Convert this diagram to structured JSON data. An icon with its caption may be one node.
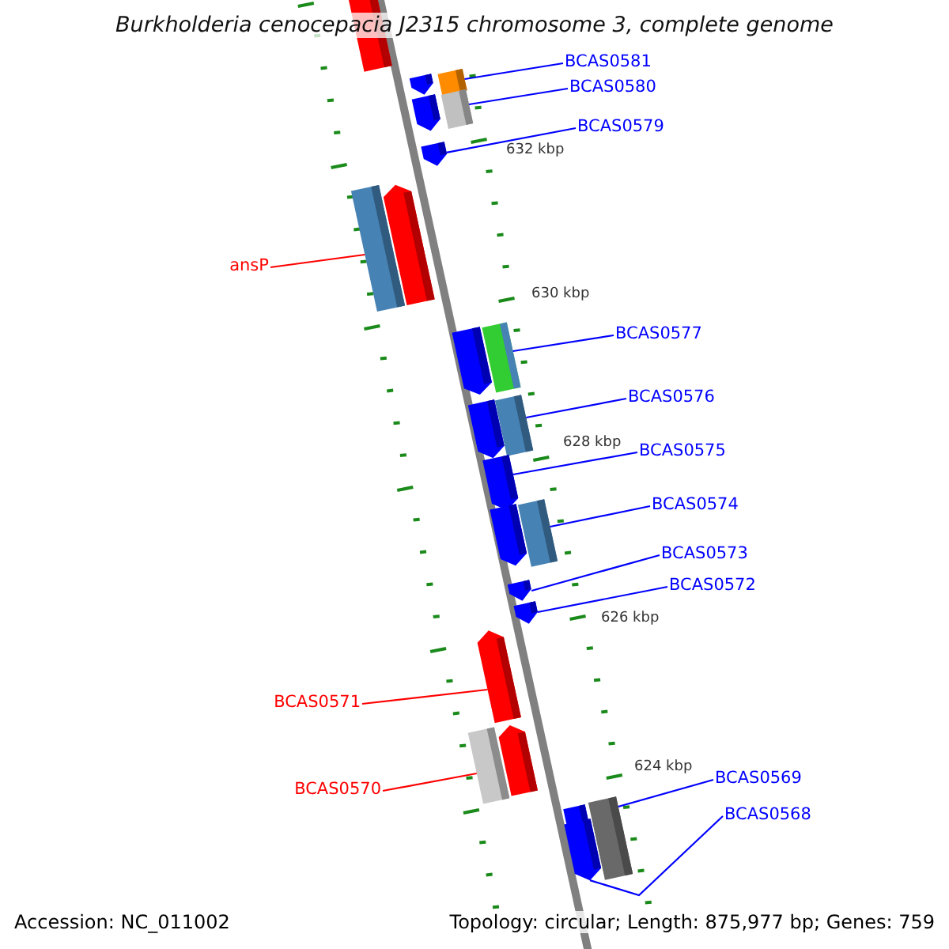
{
  "diagram": {
    "title": "Burkholderia cenocepacia J2315 chromosome 3, complete genome",
    "nodes": [
      {
        "text": [
          "BCAS0581"
        ]
      },
      {
        "text": [],
        "shape": "box"
      },
      {
        "text": [
          "BCAS0580"
        ]
      },
      {
        "text": [],
        "shape": "box"
      },
      {
        "text": [
          "BCAS0579"
        ]
      },
      {
        "text": [],
        "shape": "arrow"
      },
      {
        "text": [
          "ansP"
        ]
      },
      {
        "text": [],
        "shape": "box"
      },
      {
        "text": [
          "BCAS0577"
        ]
      },
      {
        "text": [],
        "shape": "box"
      },
      {
        "text": [
          "BCAS0576"
        ]
      },
      {
        "text": [],
        "shape": "box"
      },
      {
        "text": [
          "BCAS0575"
        ]
      },
      {
        "text": [],
        "shape": "arrow"
      },
      {
        "text": [
          "BCAS0574"
        ]
      },
      {
        "text": [],
        "shape": "box"
      },
      {
        "text": [
          "BCAS0573"
        ]
      },
      {
        "text": [],
        "shape": "arrow"
      },
      {
        "text": [
          "BCAS0572"
        ]
      },
      {
        "text": [],
        "shape": "arrow"
      },
      {
        "text": [
          "BCAS0571"
        ]
      },
      {
        "text": [],
        "shape": "arrow"
      },
      {
        "text": [
          "BCAS0570"
        ]
      },
      {
        "text": [],
        "shape": "box"
      },
      {
        "text": [
          "BCAS0569"
        ]
      },
      {
        "text": [],
        "shape": "box"
      },
      {
        "text": [
          "BCAS0568"
        ]
      },
      {
        "text": [],
        "shape": "arrow"
      },
      {
        "text": [],
        "shape": "box"
      },
      {
        "text": [],
        "shape": "arrow"
      },
      {
        "text": [],
        "shape": "arrow"
      },
      {
        "text": [],
        "shape": "arrow"
      },
      {
        "text": [],
        "shape": "arrow"
      },
      {
        "text": [],
        "shape": "arrow"
      },
      {
        "text": [],
        "shape": "arrow"
      },
      {
        "text": [],
        "shape": "arrow"
      },
      {
        "text": [],
        "shape": "box"
      }
    ],
    "edges": [
      {
        "from": 0,
        "to": 1,
        "arrow": "none"
      },
      {
        "from": 2,
        "to": 3,
        "arrow": "none"
      },
      {
        "from": 4,
        "to": 5,
        "arrow": "none"
      },
      {
        "from": 6,
        "to": 7,
        "arrow": "none",
        "color": "#ff0000"
      },
      {
        "from": 8,
        "to": 9,
        "arrow": "none"
      },
      {
        "from": 10,
        "to": 11,
        "arrow": "none"
      },
      {
        "from": 12,
        "to": 13,
        "arrow": "none"
      },
      {
        "from": 14,
        "to": 15,
        "arrow": "none"
      },
      {
        "from": 16,
        "to": 17,
        "arrow": "none"
      },
      {
        "from": 18,
        "to": 19,
        "arrow": "none"
      },
      {
        "from": 20,
        "to": 21,
        "arrow": "none",
        "color": "#ff0000"
      },
      {
        "from": 22,
        "to": 23,
        "arrow": "none",
        "color": "#ff0000"
      },
      {
        "from": 24,
        "to": 25,
        "arrow": "none"
      },
      {
        "from": 26,
        "to": 27,
        "arrow": "none"
      }
    ],
    "labels": [
      "632 kbp",
      "630 kbp",
      "628 kbp",
      "626 kbp",
      "624 kbp",
      "Accession: NC_011002",
      "Topology: circular; Length: 875,977 bp; Genes: 759"
    ]
  }
}
